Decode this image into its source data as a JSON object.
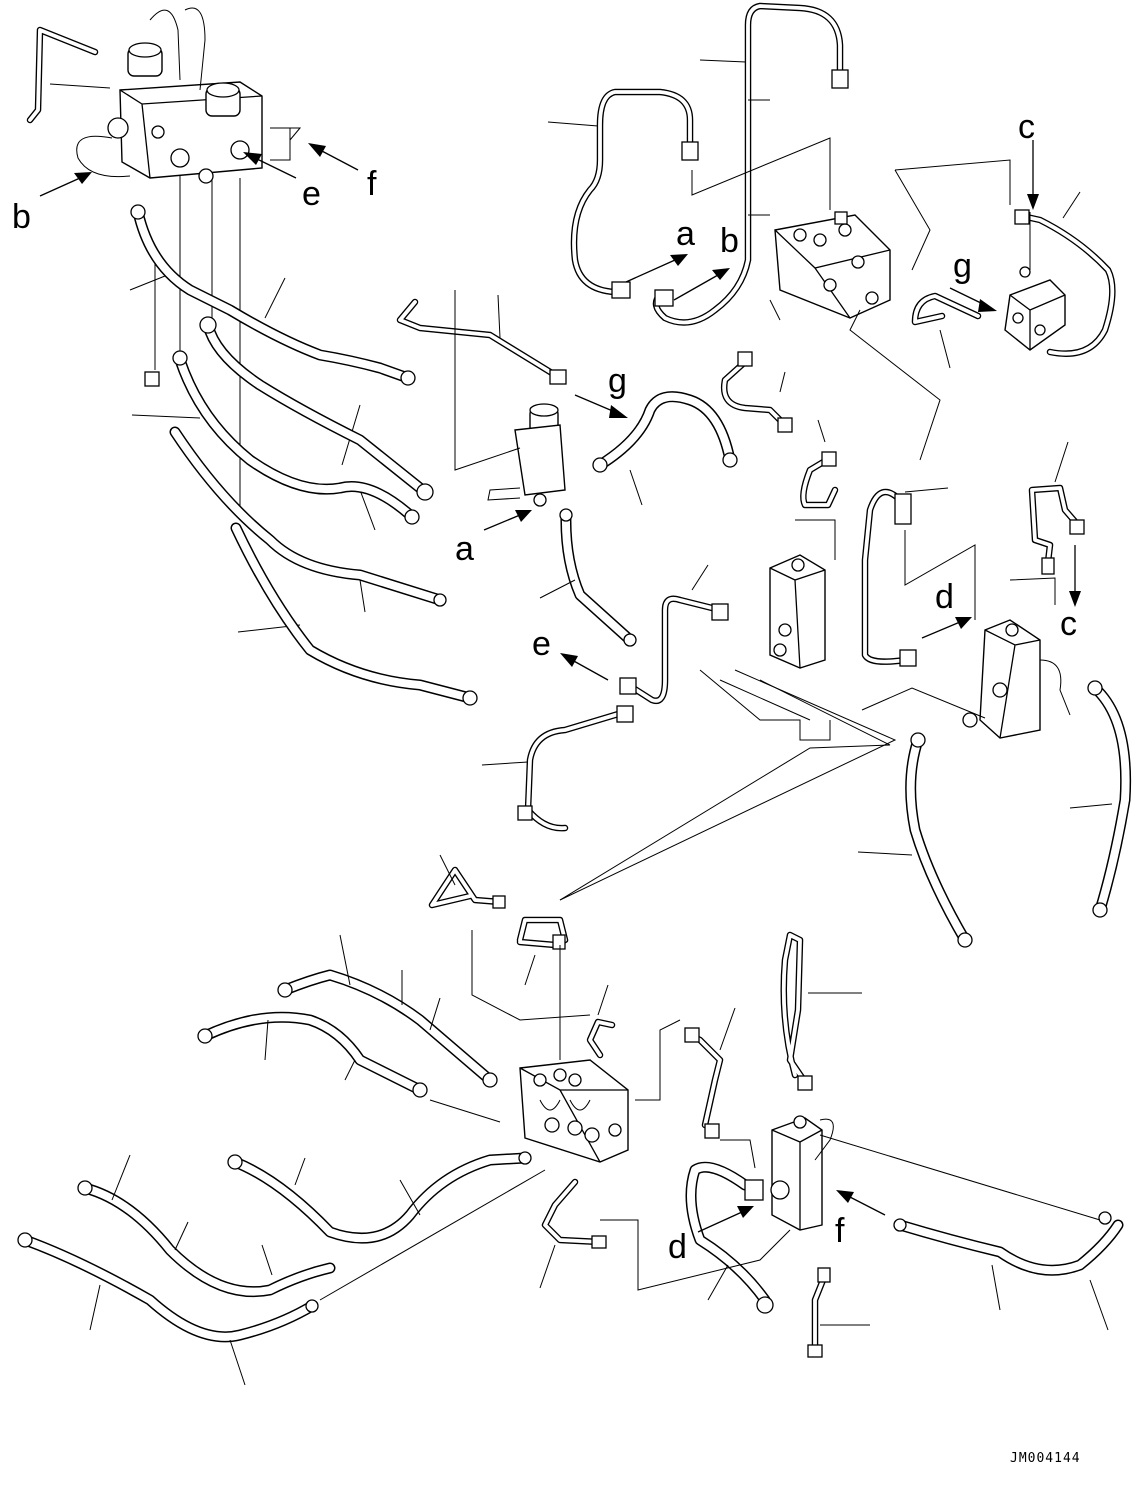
{
  "drawing_code": "JM004144",
  "connection_labels": {
    "a_top": "a",
    "b_top": "b",
    "c_top": "c",
    "g_right": "g",
    "b_left": "b",
    "e_left": "e",
    "f_left": "f",
    "g_mid": "g",
    "a_mid": "a",
    "e_mid": "e",
    "d_mid": "d",
    "c_right": "c",
    "d_bottom": "d",
    "f_bottom": "f"
  }
}
